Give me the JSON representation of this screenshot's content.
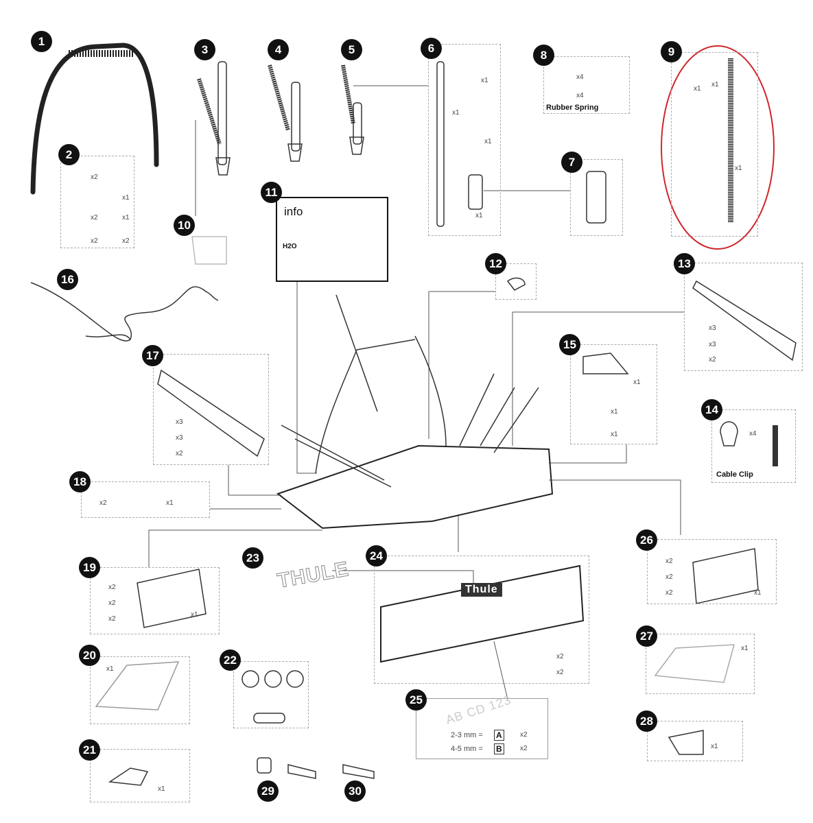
{
  "title": "Thule bike carrier spare parts diagram",
  "badges": [
    "1",
    "2",
    "3",
    "4",
    "5",
    "6",
    "7",
    "8",
    "9",
    "10",
    "11",
    "12",
    "13",
    "14",
    "15",
    "16",
    "17",
    "18",
    "19",
    "20",
    "21",
    "22",
    "23",
    "24",
    "25",
    "26",
    "27",
    "28",
    "29",
    "30"
  ],
  "highlight_color": "#d0262b",
  "highlighted_part": "9",
  "p2": [
    "x2",
    "x1",
    "x2",
    "x1",
    "x2",
    "x2"
  ],
  "p6": [
    "x1",
    "x1",
    "x1",
    "x1"
  ],
  "p8": {
    "q": [
      "x4",
      "x4"
    ],
    "caption": "Rubber Spring"
  },
  "p9": [
    "x1",
    "x1",
    "x1"
  ],
  "p11": {
    "title": "info",
    "water": "H2O"
  },
  "p13": [
    "x3",
    "x3",
    "x2"
  ],
  "p14": {
    "q": "x4",
    "caption": "Cable Clip"
  },
  "p15": [
    "x1",
    "x1",
    "x1"
  ],
  "p17": [
    "x3",
    "x3",
    "x2"
  ],
  "p18": [
    "x2",
    "x1"
  ],
  "p19": [
    "x2",
    "x2",
    "x2",
    "x1"
  ],
  "p20": "x1",
  "p21": "x1",
  "p23": "THULE",
  "p24": {
    "logo": "Thule",
    "q": [
      "x2",
      "x2"
    ]
  },
  "p25": {
    "plate": "AB CD 123",
    "row1": "2-3 mm =",
    "a": "A",
    "q1": "x2",
    "row2": "4-5 mm =",
    "b": "B",
    "q2": "x2"
  },
  "p26": [
    "x2",
    "x2",
    "x2",
    "x1"
  ],
  "p27": "x1",
  "p28": "x1"
}
